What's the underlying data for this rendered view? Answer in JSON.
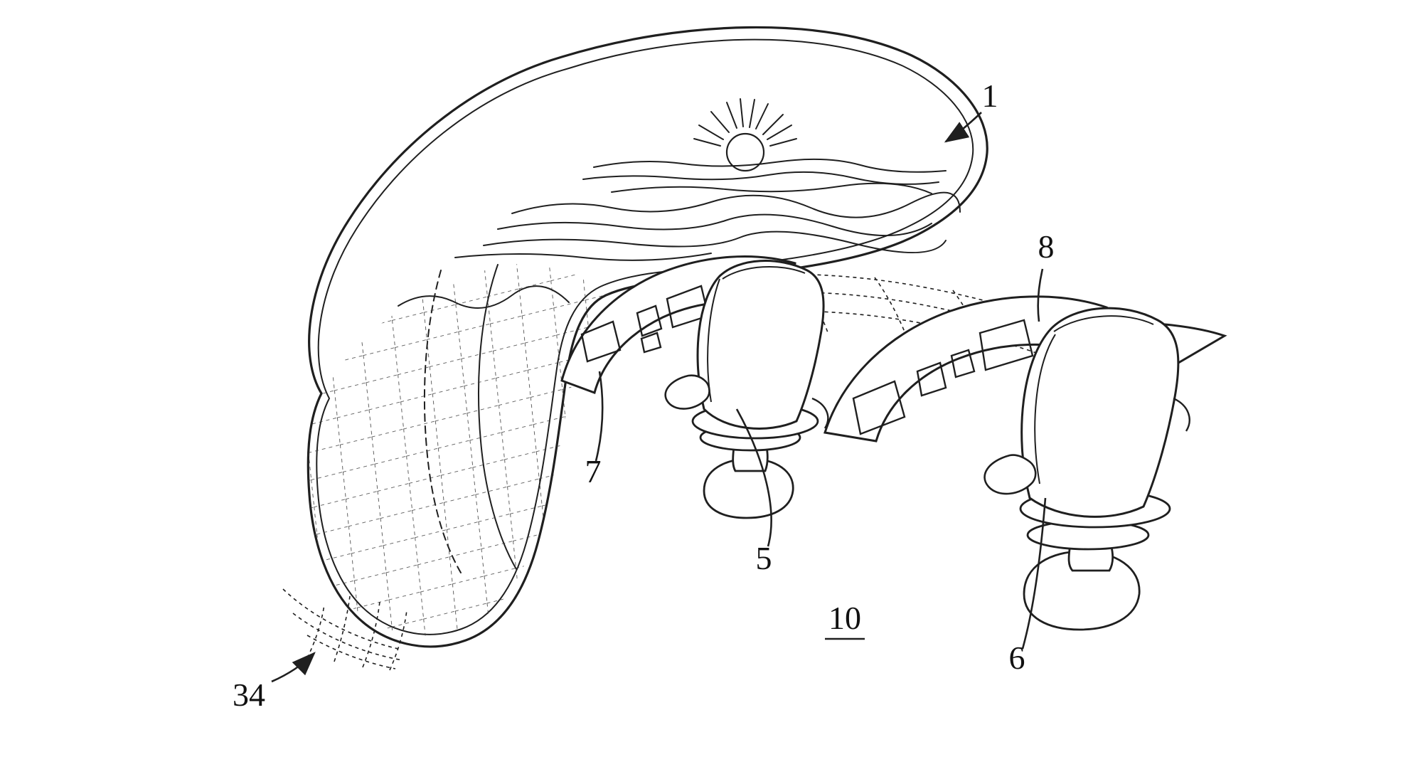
{
  "page": {
    "background_color": "#ffffff",
    "ink_color": "#1f1f1f"
  },
  "figure": {
    "labels": {
      "display": "1",
      "chair_left": "5",
      "chair_right": "6",
      "console_left": "7",
      "console_right": "8",
      "figure_number": "10",
      "net": "34"
    }
  }
}
